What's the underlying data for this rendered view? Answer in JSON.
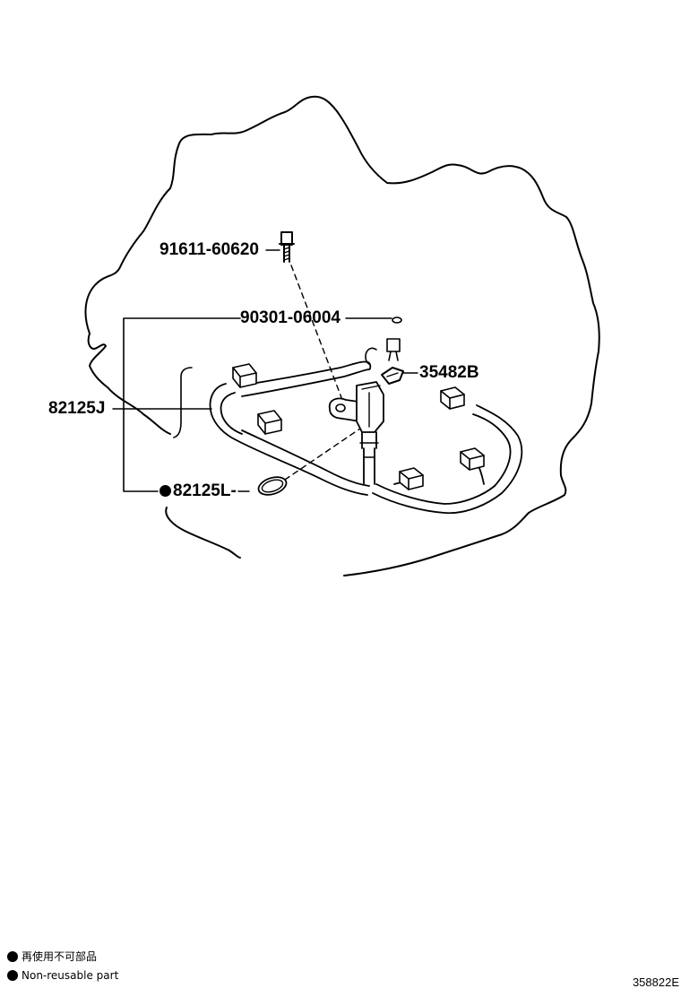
{
  "parts": {
    "bolt": "91611-60620",
    "oring": "90301-06004",
    "clip": "35482B",
    "harness": "82125J",
    "sensor": "82125L-"
  },
  "legend": {
    "line_jp": "再使用不可部品",
    "line_en": "Non-reusable part"
  },
  "ref_code": "358822E"
}
